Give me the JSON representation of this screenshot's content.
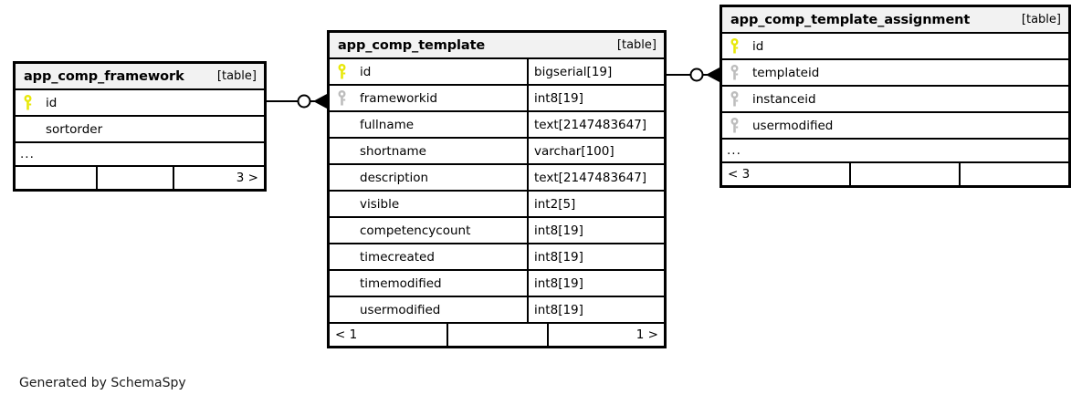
{
  "diagram": {
    "footnote": "Generated by SchemaSpy",
    "table_tag": "[table]",
    "ellipsis": "...",
    "colors": {
      "primary_key": "#e8e80a",
      "foreign_key": "#bdbdbd",
      "header_bg": "#f2f2f2",
      "border": "#000000",
      "background": "#ffffff"
    }
  },
  "tables": [
    {
      "id": "app_comp_framework",
      "name": "app_comp_framework",
      "tag": "[table]",
      "columns": [
        {
          "name": "id",
          "type": "",
          "key": "primary",
          "key_icon": "key-icon"
        },
        {
          "name": "sortorder",
          "type": "",
          "key": "none",
          "key_icon": ""
        }
      ],
      "has_ellipsis": true,
      "footer": [
        "",
        "",
        "3 >"
      ]
    },
    {
      "id": "app_comp_template",
      "name": "app_comp_template",
      "tag": "[table]",
      "columns": [
        {
          "name": "id",
          "type": "bigserial[19]",
          "key": "primary",
          "key_icon": "key-icon"
        },
        {
          "name": "frameworkid",
          "type": "int8[19]",
          "key": "foreign",
          "key_icon": "key-icon"
        },
        {
          "name": "fullname",
          "type": "text[2147483647]",
          "key": "none",
          "key_icon": ""
        },
        {
          "name": "shortname",
          "type": "varchar[100]",
          "key": "none",
          "key_icon": ""
        },
        {
          "name": "description",
          "type": "text[2147483647]",
          "key": "none",
          "key_icon": ""
        },
        {
          "name": "visible",
          "type": "int2[5]",
          "key": "none",
          "key_icon": ""
        },
        {
          "name": "competencycount",
          "type": "int8[19]",
          "key": "none",
          "key_icon": ""
        },
        {
          "name": "timecreated",
          "type": "int8[19]",
          "key": "none",
          "key_icon": ""
        },
        {
          "name": "timemodified",
          "type": "int8[19]",
          "key": "none",
          "key_icon": ""
        },
        {
          "name": "usermodified",
          "type": "int8[19]",
          "key": "none",
          "key_icon": ""
        }
      ],
      "has_ellipsis": false,
      "footer": [
        "< 1",
        "",
        "1 >"
      ]
    },
    {
      "id": "app_comp_template_assignment",
      "name": "app_comp_template_assignment",
      "tag": "[table]",
      "columns": [
        {
          "name": "id",
          "type": "",
          "key": "primary",
          "key_icon": "key-icon"
        },
        {
          "name": "templateid",
          "type": "",
          "key": "foreign",
          "key_icon": "key-icon"
        },
        {
          "name": "instanceid",
          "type": "",
          "key": "foreign",
          "key_icon": "key-icon"
        },
        {
          "name": "usermodified",
          "type": "",
          "key": "foreign",
          "key_icon": "key-icon"
        }
      ],
      "has_ellipsis": true,
      "footer": [
        "< 3",
        "",
        ""
      ]
    }
  ],
  "relationships": [
    {
      "id": "framework-to-template",
      "from_table": "app_comp_framework",
      "from_column": "id",
      "to_table": "app_comp_template",
      "to_column": "frameworkid",
      "notation": "zero-or-many"
    },
    {
      "id": "template-to-assignment",
      "from_table": "app_comp_template",
      "from_column": "id",
      "to_table": "app_comp_template_assignment",
      "to_column": "templateid",
      "notation": "zero-or-many"
    }
  ]
}
